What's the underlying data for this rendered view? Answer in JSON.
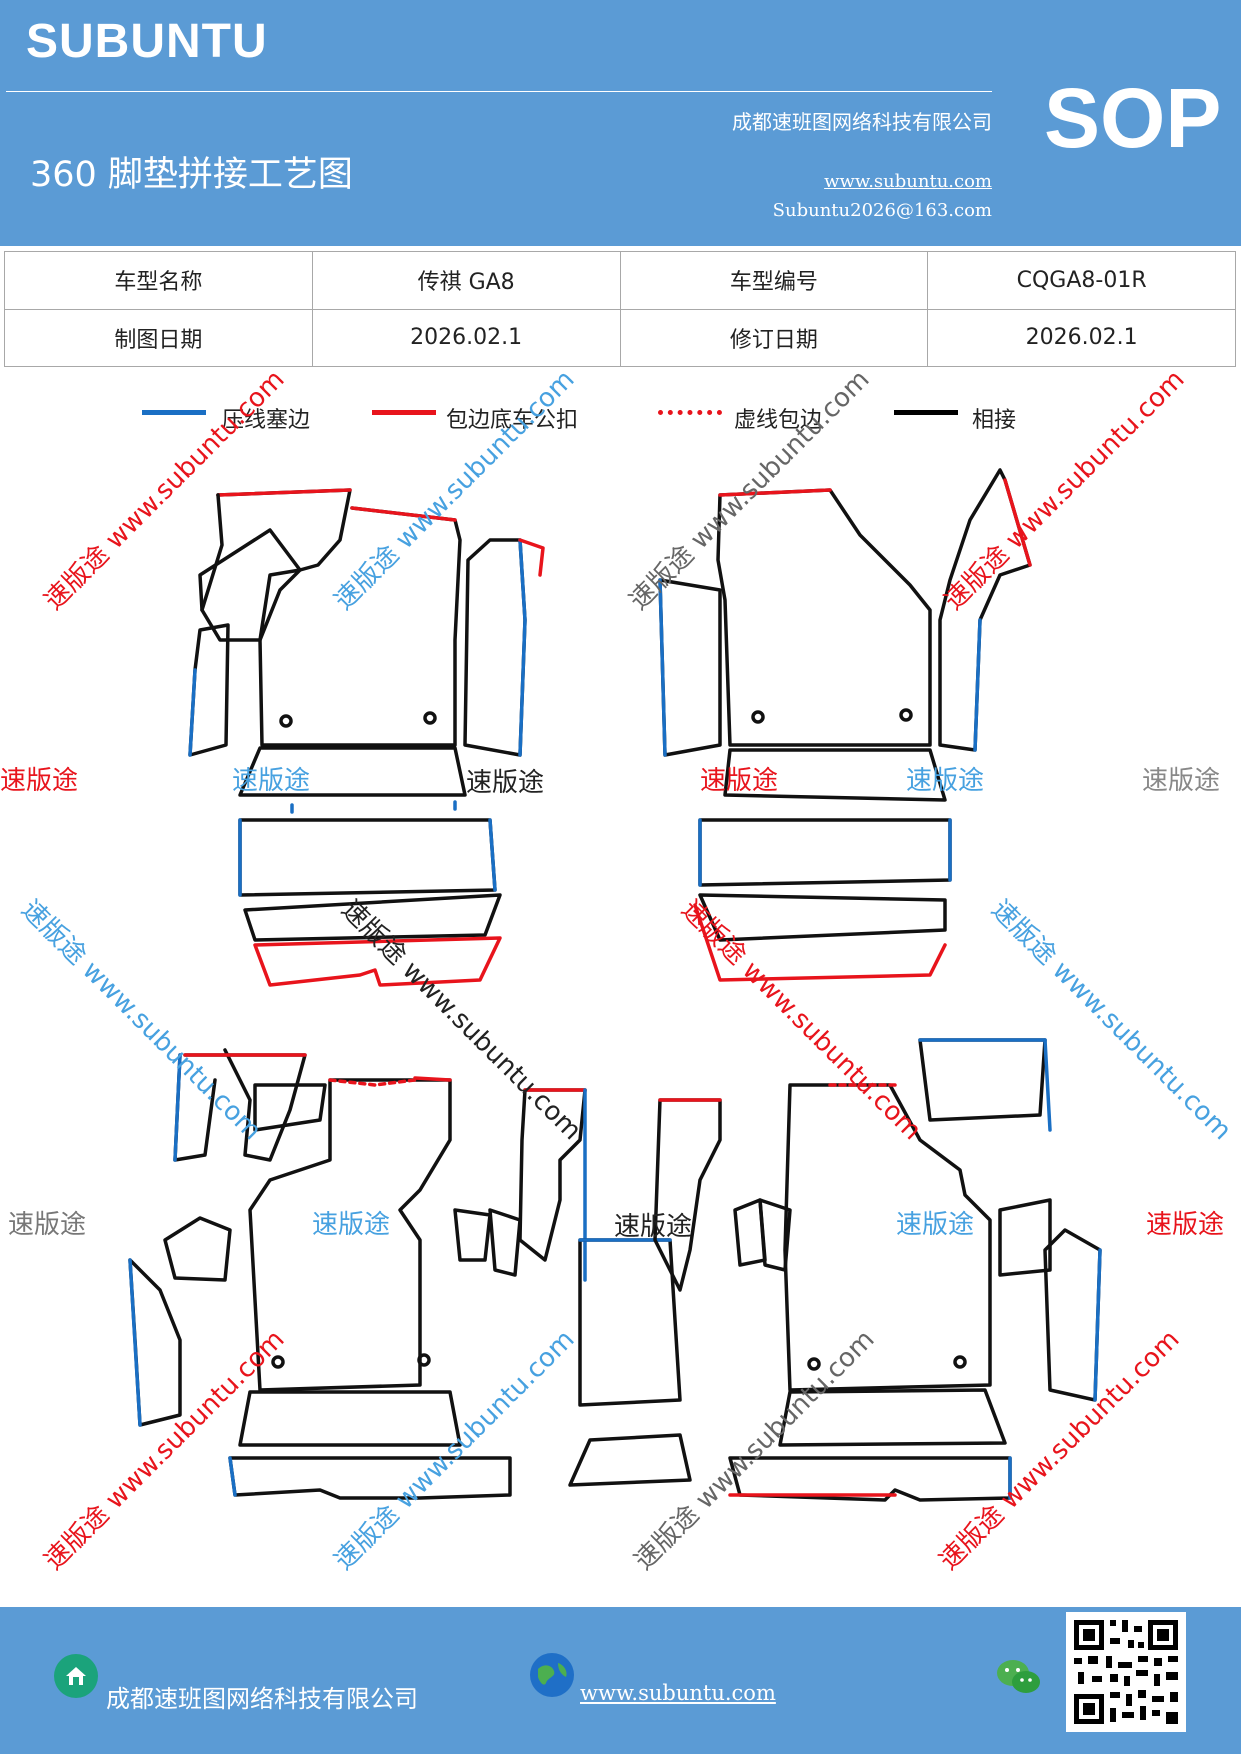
{
  "header": {
    "brand": "SUBUNTU",
    "title": "360 脚垫拼接工艺图",
    "company": "成都速班图网络科技有限公司",
    "website": "www.subuntu.com",
    "email": "Subuntu2026@163.com",
    "badge": "SOP"
  },
  "info_table": {
    "rows": [
      [
        "车型名称",
        "传祺 GA8",
        "车型编号",
        "CQGA8-01R"
      ],
      [
        "制图日期",
        "2026.02.1",
        "修订日期",
        "2026.02.1"
      ]
    ]
  },
  "legend": [
    {
      "label": "压线塞边",
      "color": "#1a6fc4",
      "style": "solid"
    },
    {
      "label": "包边底车公扣",
      "color": "#e8141c",
      "style": "solid"
    },
    {
      "label": "虚线包边",
      "color": "#e8141c",
      "style": "dotted"
    },
    {
      "label": "相接",
      "color": "#000000",
      "style": "solid"
    }
  ],
  "watermarks": {
    "brand": "速版途",
    "url_text": "速版途 www.subuntu.com"
  },
  "footer": {
    "company": "成都速班图网络科技有限公司",
    "website": "www.subuntu.com"
  },
  "icons": [
    "home-icon",
    "globe-icon",
    "wechat-icon",
    "qr-code"
  ]
}
